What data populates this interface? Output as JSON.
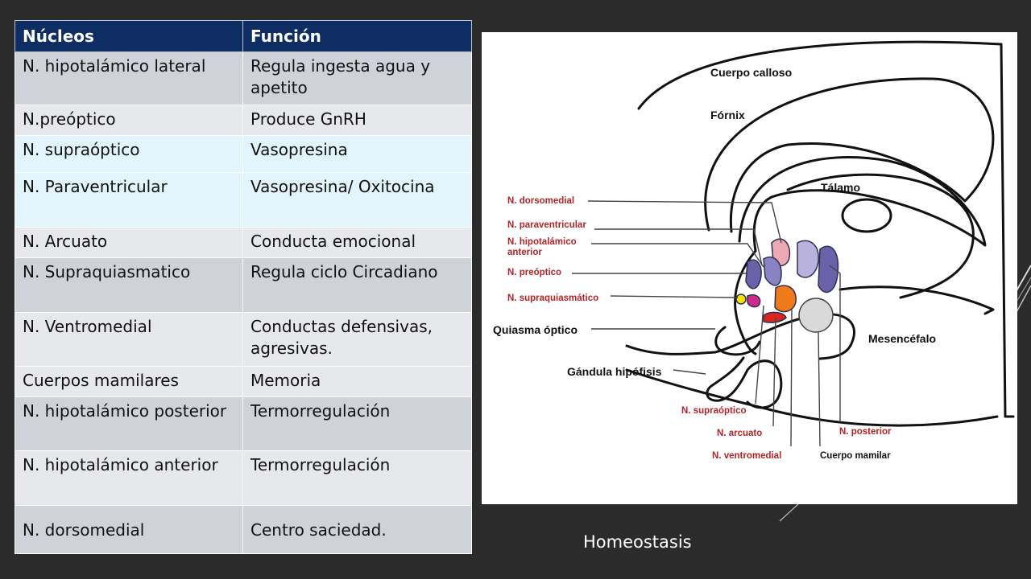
{
  "table": {
    "headers": [
      "Núcleos",
      "Función"
    ],
    "rows": [
      {
        "nucleo": "N. hipotalámico lateral",
        "funcion": "Regula ingesta agua y apetito"
      },
      {
        "nucleo": "N.preóptico",
        "funcion": "Produce GnRH"
      },
      {
        "nucleo": "N. supraóptico",
        "funcion": "Vasopresina"
      },
      {
        "nucleo": "N. Paraventricular",
        "funcion": "Vasopresina/ Oxitocina"
      },
      {
        "nucleo": "N. Arcuato",
        "funcion": "Conducta emocional"
      },
      {
        "nucleo": "N. Supraquiasmatico",
        "funcion": "Regula ciclo Circadiano"
      },
      {
        "nucleo": "N. Ventromedial",
        "funcion": "Conductas defensivas, agresivas."
      },
      {
        "nucleo": "Cuerpos mamilares",
        "funcion": "Memoria"
      },
      {
        "nucleo": "N. hipotalámico posterior",
        "funcion": "Termorregulación"
      },
      {
        "nucleo": "N.  hipotalámico anterior",
        "funcion": "Termorregulación"
      },
      {
        "nucleo": "N. dorsomedial",
        "funcion": "Centro saciedad."
      }
    ]
  },
  "diagram": {
    "labels_black": {
      "cuerpo_calloso": "Cuerpo calloso",
      "fornix": "Fórnix",
      "talamo": "Tálamo",
      "quiasma": "Quiasma óptico",
      "glandula": "Gándula hipófisis",
      "mesencefalo": "Mesencéfalo",
      "cuerpo_mamilar": "Cuerpo mamilar"
    },
    "labels_red": {
      "dorsomedial": "N. dorsomedial",
      "paraventricular": "N. paraventricular",
      "hipotalamico_anterior_1": "N. hipotalámico",
      "hipotalamico_anterior_2": "anterior",
      "preoptico": "N. preóptico",
      "supraquiasmatico": "N. supraquiasmático",
      "supraoptico": "N. supraóptico",
      "arcuato": "N. arcuato",
      "ventromedial": "N. ventromedial",
      "posterior": "N. posterior"
    },
    "colors": {
      "label_red": "#b0242a",
      "purple_dark": "#6a62a8",
      "purple_mid": "#8a82c2",
      "purple_light": "#b8b2dc",
      "pink": "#eeaab2",
      "orange": "#ef7a1a",
      "red": "#d7261e",
      "magenta": "#cf2a8a",
      "yellow": "#f2e400",
      "gray": "#d9d9d9"
    }
  },
  "caption": "Homeostasis"
}
